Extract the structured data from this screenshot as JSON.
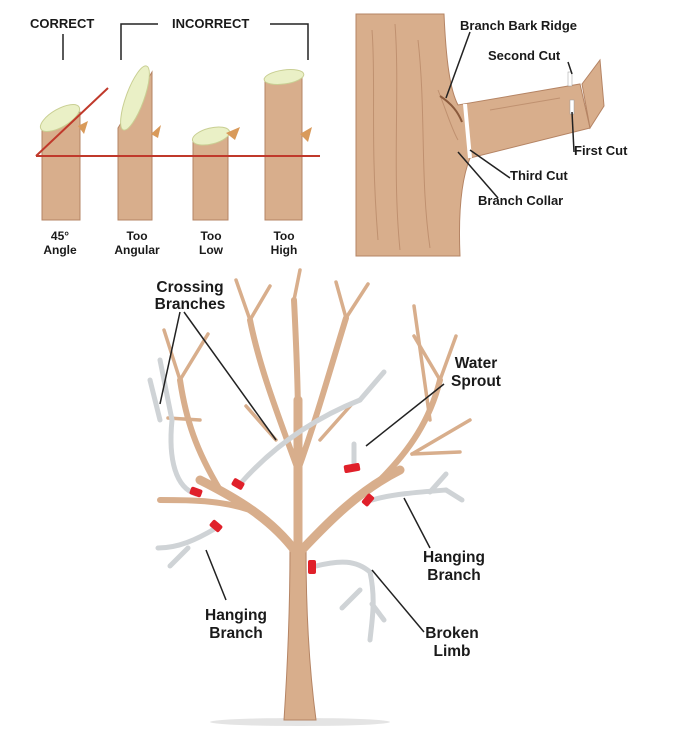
{
  "cut_angles": {
    "header_correct": "CORRECT",
    "header_incorrect": "INCORRECT",
    "captions": [
      {
        "line1": "45°",
        "line2": "Angle"
      },
      {
        "line1": "Too",
        "line2": "Angular"
      },
      {
        "line1": "Too",
        "line2": "Low"
      },
      {
        "line1": "Too",
        "line2": "High"
      }
    ]
  },
  "branch_cut": {
    "labels": {
      "bark_ridge": "Branch Bark Ridge",
      "second_cut": "Second Cut",
      "first_cut": "First Cut",
      "third_cut": "Third Cut",
      "collar": "Branch Collar"
    }
  },
  "tree": {
    "crossing": {
      "line1": "Crossing",
      "line2": "Branches"
    },
    "water_sprout": {
      "line1": "Water",
      "line2": "Sprout"
    },
    "hanging_right": {
      "line1": "Hanging",
      "line2": "Branch"
    },
    "hanging_left": {
      "line1": "Hanging",
      "line2": "Branch"
    },
    "broken": {
      "line1": "Broken",
      "line2": "Limb"
    }
  },
  "colors": {
    "bark": "#d8ae8c",
    "bark_dark": "#b58464",
    "cut_face": "#eaf0c6",
    "guide_red": "#c0392b",
    "marker_red": "#e0202a",
    "dead_branch": "#cfd3d6"
  }
}
